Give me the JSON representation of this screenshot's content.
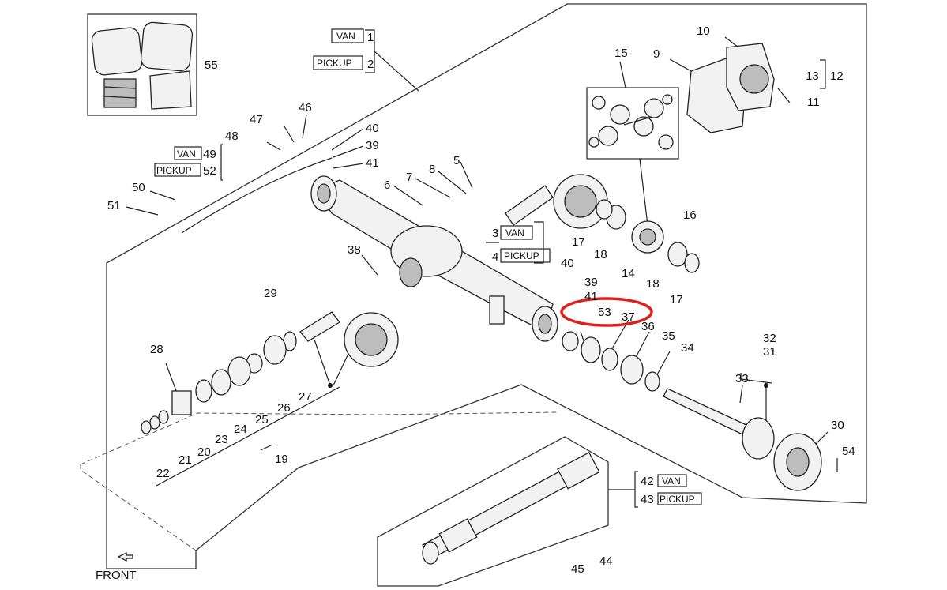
{
  "callouts": {
    "c1": "1",
    "c2": "2",
    "c3": "3",
    "c4": "4",
    "c5": "5",
    "c6": "6",
    "c7": "7",
    "c8": "8",
    "c9": "9",
    "c10": "10",
    "c11": "11",
    "c12": "12",
    "c13": "13",
    "c14": "14",
    "c15": "15",
    "c16": "16",
    "c17a": "17",
    "c17b": "17",
    "c18a": "18",
    "c18b": "18",
    "c19": "19",
    "c20": "20",
    "c21": "21",
    "c22": "22",
    "c23": "23",
    "c24": "24",
    "c25": "25",
    "c26": "26",
    "c27": "27",
    "c28": "28",
    "c29": "29",
    "c30": "30",
    "c31": "31",
    "c32": "32",
    "c33": "33",
    "c34": "34",
    "c35": "35",
    "c36": "36",
    "c37": "37",
    "c38": "38",
    "c39a": "39",
    "c39b": "39",
    "c40a": "40",
    "c40b": "40",
    "c41a": "41",
    "c41b": "41",
    "c42": "42",
    "c43": "43",
    "c44": "44",
    "c45": "45",
    "c46": "46",
    "c47": "47",
    "c48": "48",
    "c49": "49",
    "c50": "50",
    "c51": "51",
    "c52": "52",
    "c53": "53",
    "c54": "54",
    "c55": "55"
  },
  "tags": {
    "van_1": "VAN",
    "pickup_2": "PICKUP",
    "van_3": "VAN",
    "pickup_4": "PICKUP",
    "van_49": "VAN",
    "pickup_52": "PICKUP",
    "van_42": "VAN",
    "pickup_43": "PICKUP"
  },
  "front_label": "FRONT",
  "colors": {
    "highlight": "#e0201c",
    "line": "#222222"
  },
  "highlighted_callout": "53"
}
